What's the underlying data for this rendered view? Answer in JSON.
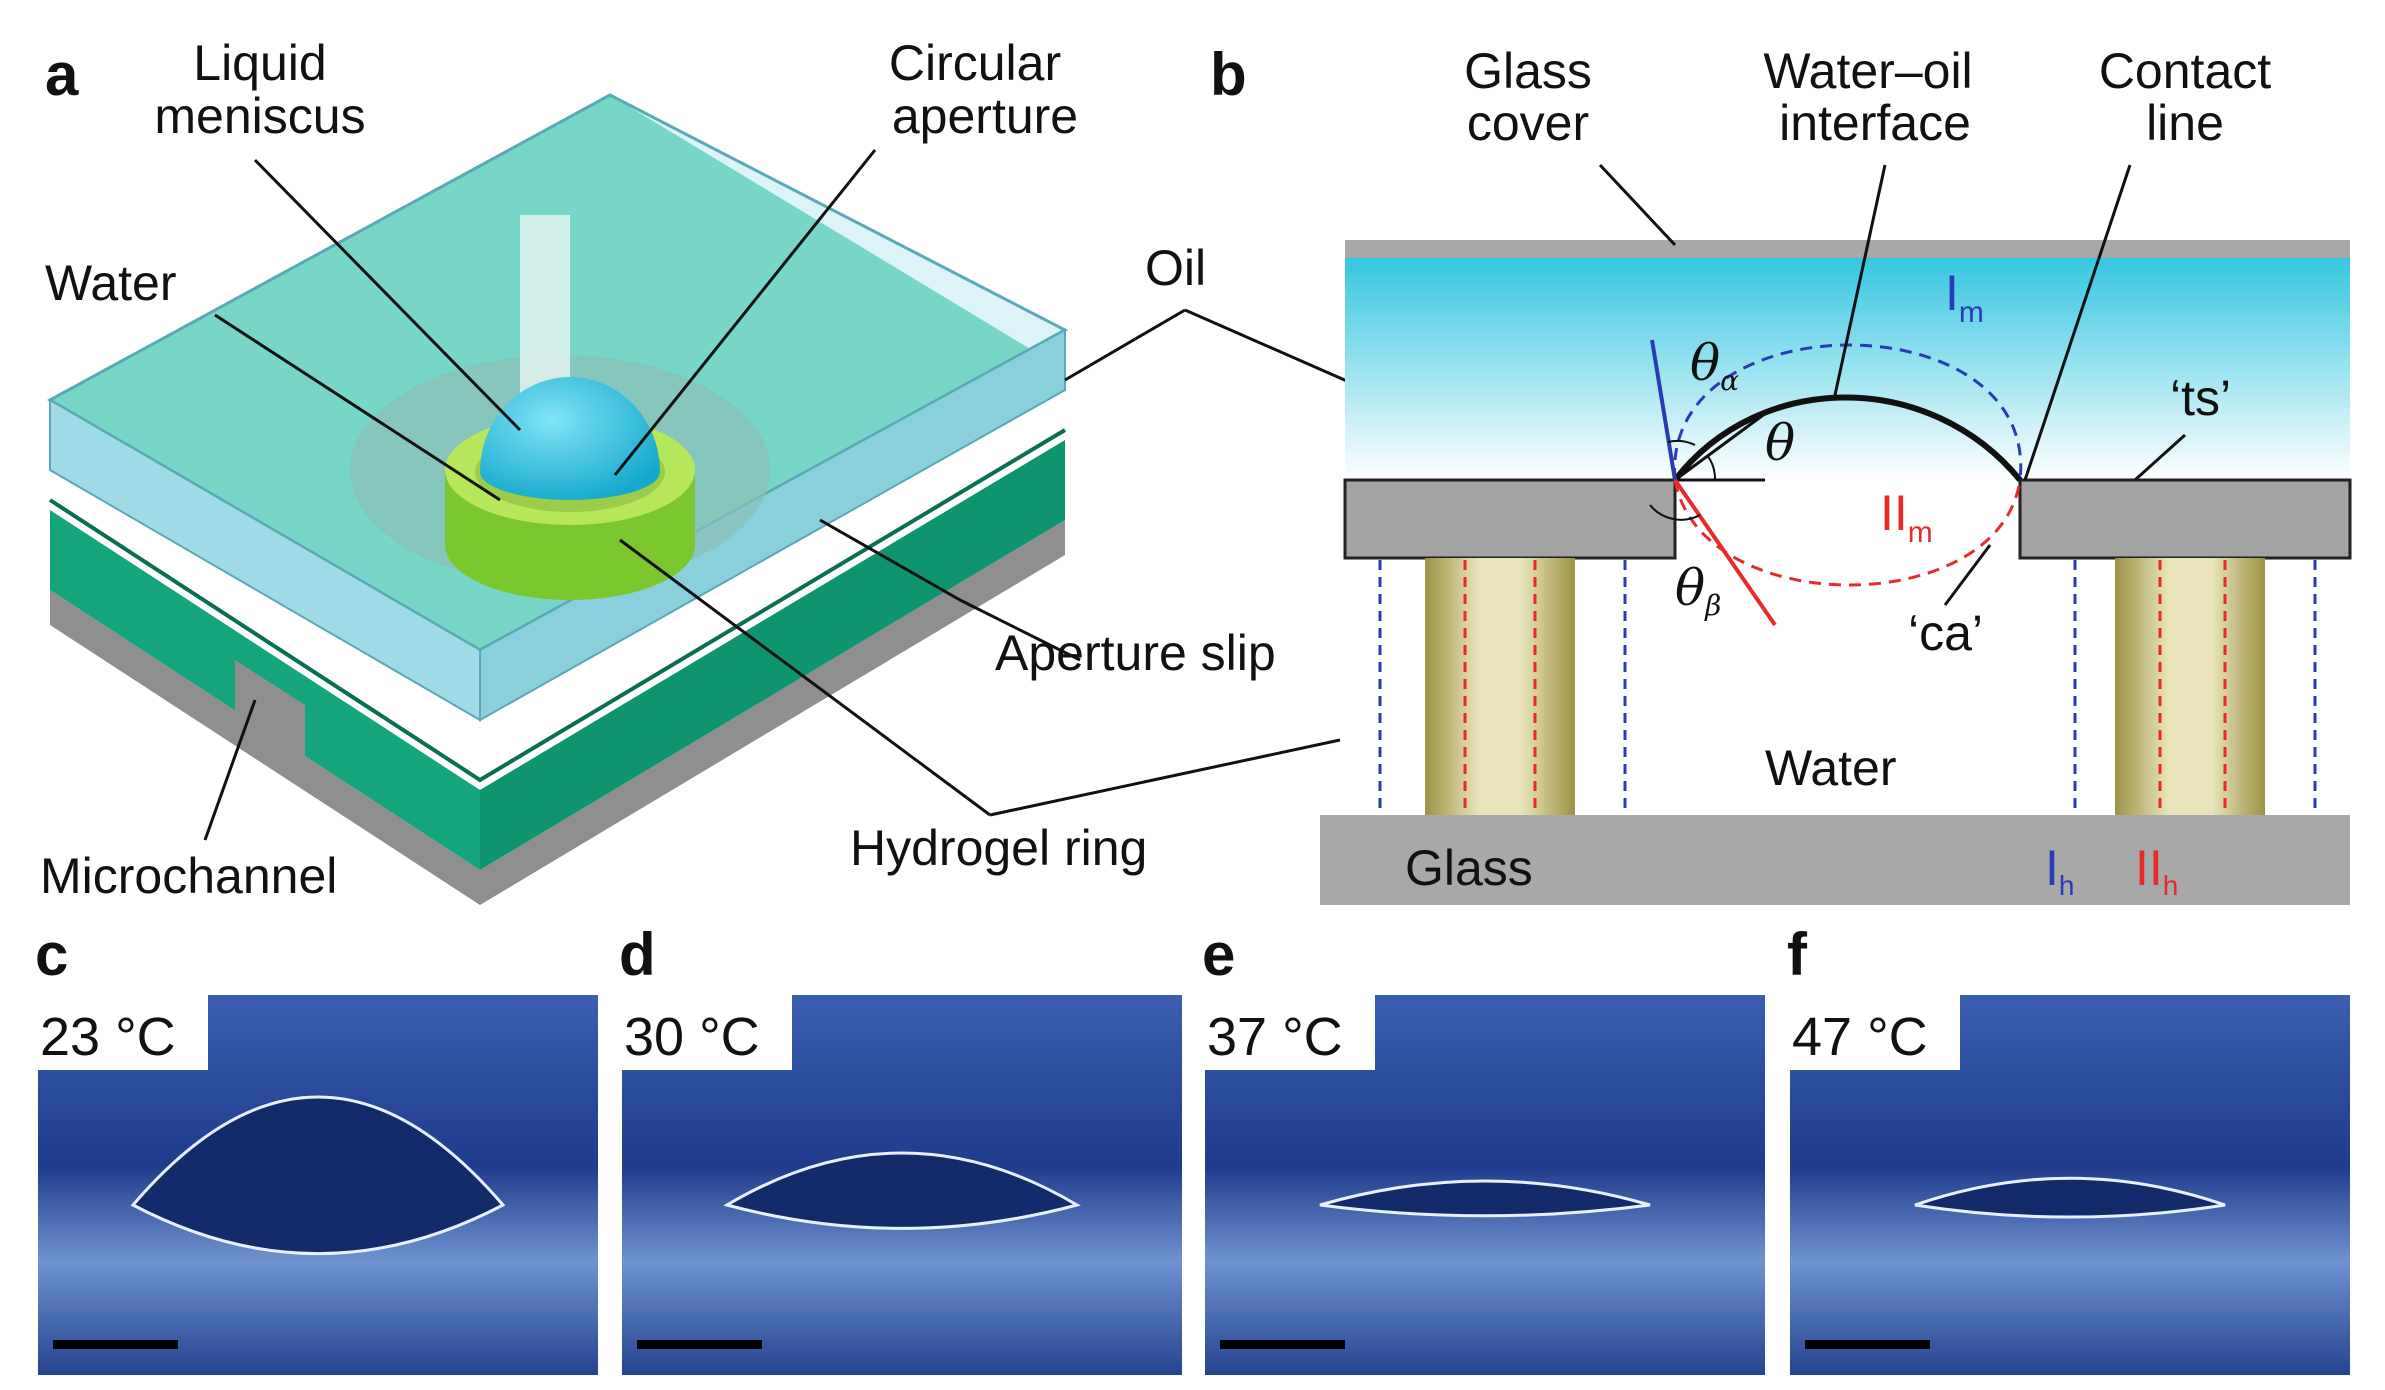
{
  "panels": {
    "a": {
      "letter": "a",
      "labels": {
        "liquid_meniscus_1": "Liquid",
        "liquid_meniscus_2": "meniscus",
        "circular_aperture_1": "Circular",
        "circular_aperture_2": "aperture",
        "water": "Water",
        "oil": "Oil",
        "aperture_slip": "Aperture slip",
        "microchannel": "Microchannel",
        "hydrogel_ring": "Hydrogel ring"
      }
    },
    "b": {
      "letter": "b",
      "labels": {
        "glass_cover_1": "Glass",
        "glass_cover_2": "cover",
        "water_oil_1": "Water–oil",
        "water_oil_2": "interface",
        "contact_1": "Contact",
        "contact_2": "line",
        "ts": "‘ts’",
        "ca": "‘ca’",
        "water": "Water",
        "glass": "Glass",
        "theta_alpha": "θ",
        "theta_alpha_sub": "α",
        "theta": "θ",
        "theta_beta": "θ",
        "theta_beta_sub": "β",
        "I_m": "I",
        "I_m_sub": "m",
        "II_m": "II",
        "II_m_sub": "m",
        "I_h": "I",
        "I_h_sub": "h",
        "II_h": "II",
        "II_h_sub": "h"
      }
    },
    "photos": [
      {
        "letter": "c",
        "temperature": "23 °C",
        "meniscus_height": 0.7
      },
      {
        "letter": "d",
        "temperature": "30 °C",
        "meniscus_height": 0.3
      },
      {
        "letter": "e",
        "temperature": "37 °C",
        "meniscus_height": 0.1
      },
      {
        "letter": "f",
        "temperature": "47 °C",
        "meniscus_height": 0.12
      }
    ]
  },
  "colors": {
    "glass_top": "#b3e6ee",
    "green": "#19b48a",
    "cyan_drop": "#22c6e2",
    "hydrogel": "#98d83a",
    "grey": "#9a9a9a",
    "oil_gradient_top": "#3cc9e2",
    "pillar": "#b7ae5e",
    "blue_dash": "#2a3bb5",
    "red_dash": "#e82a2a",
    "photo_bg": "#2c4fa0"
  }
}
